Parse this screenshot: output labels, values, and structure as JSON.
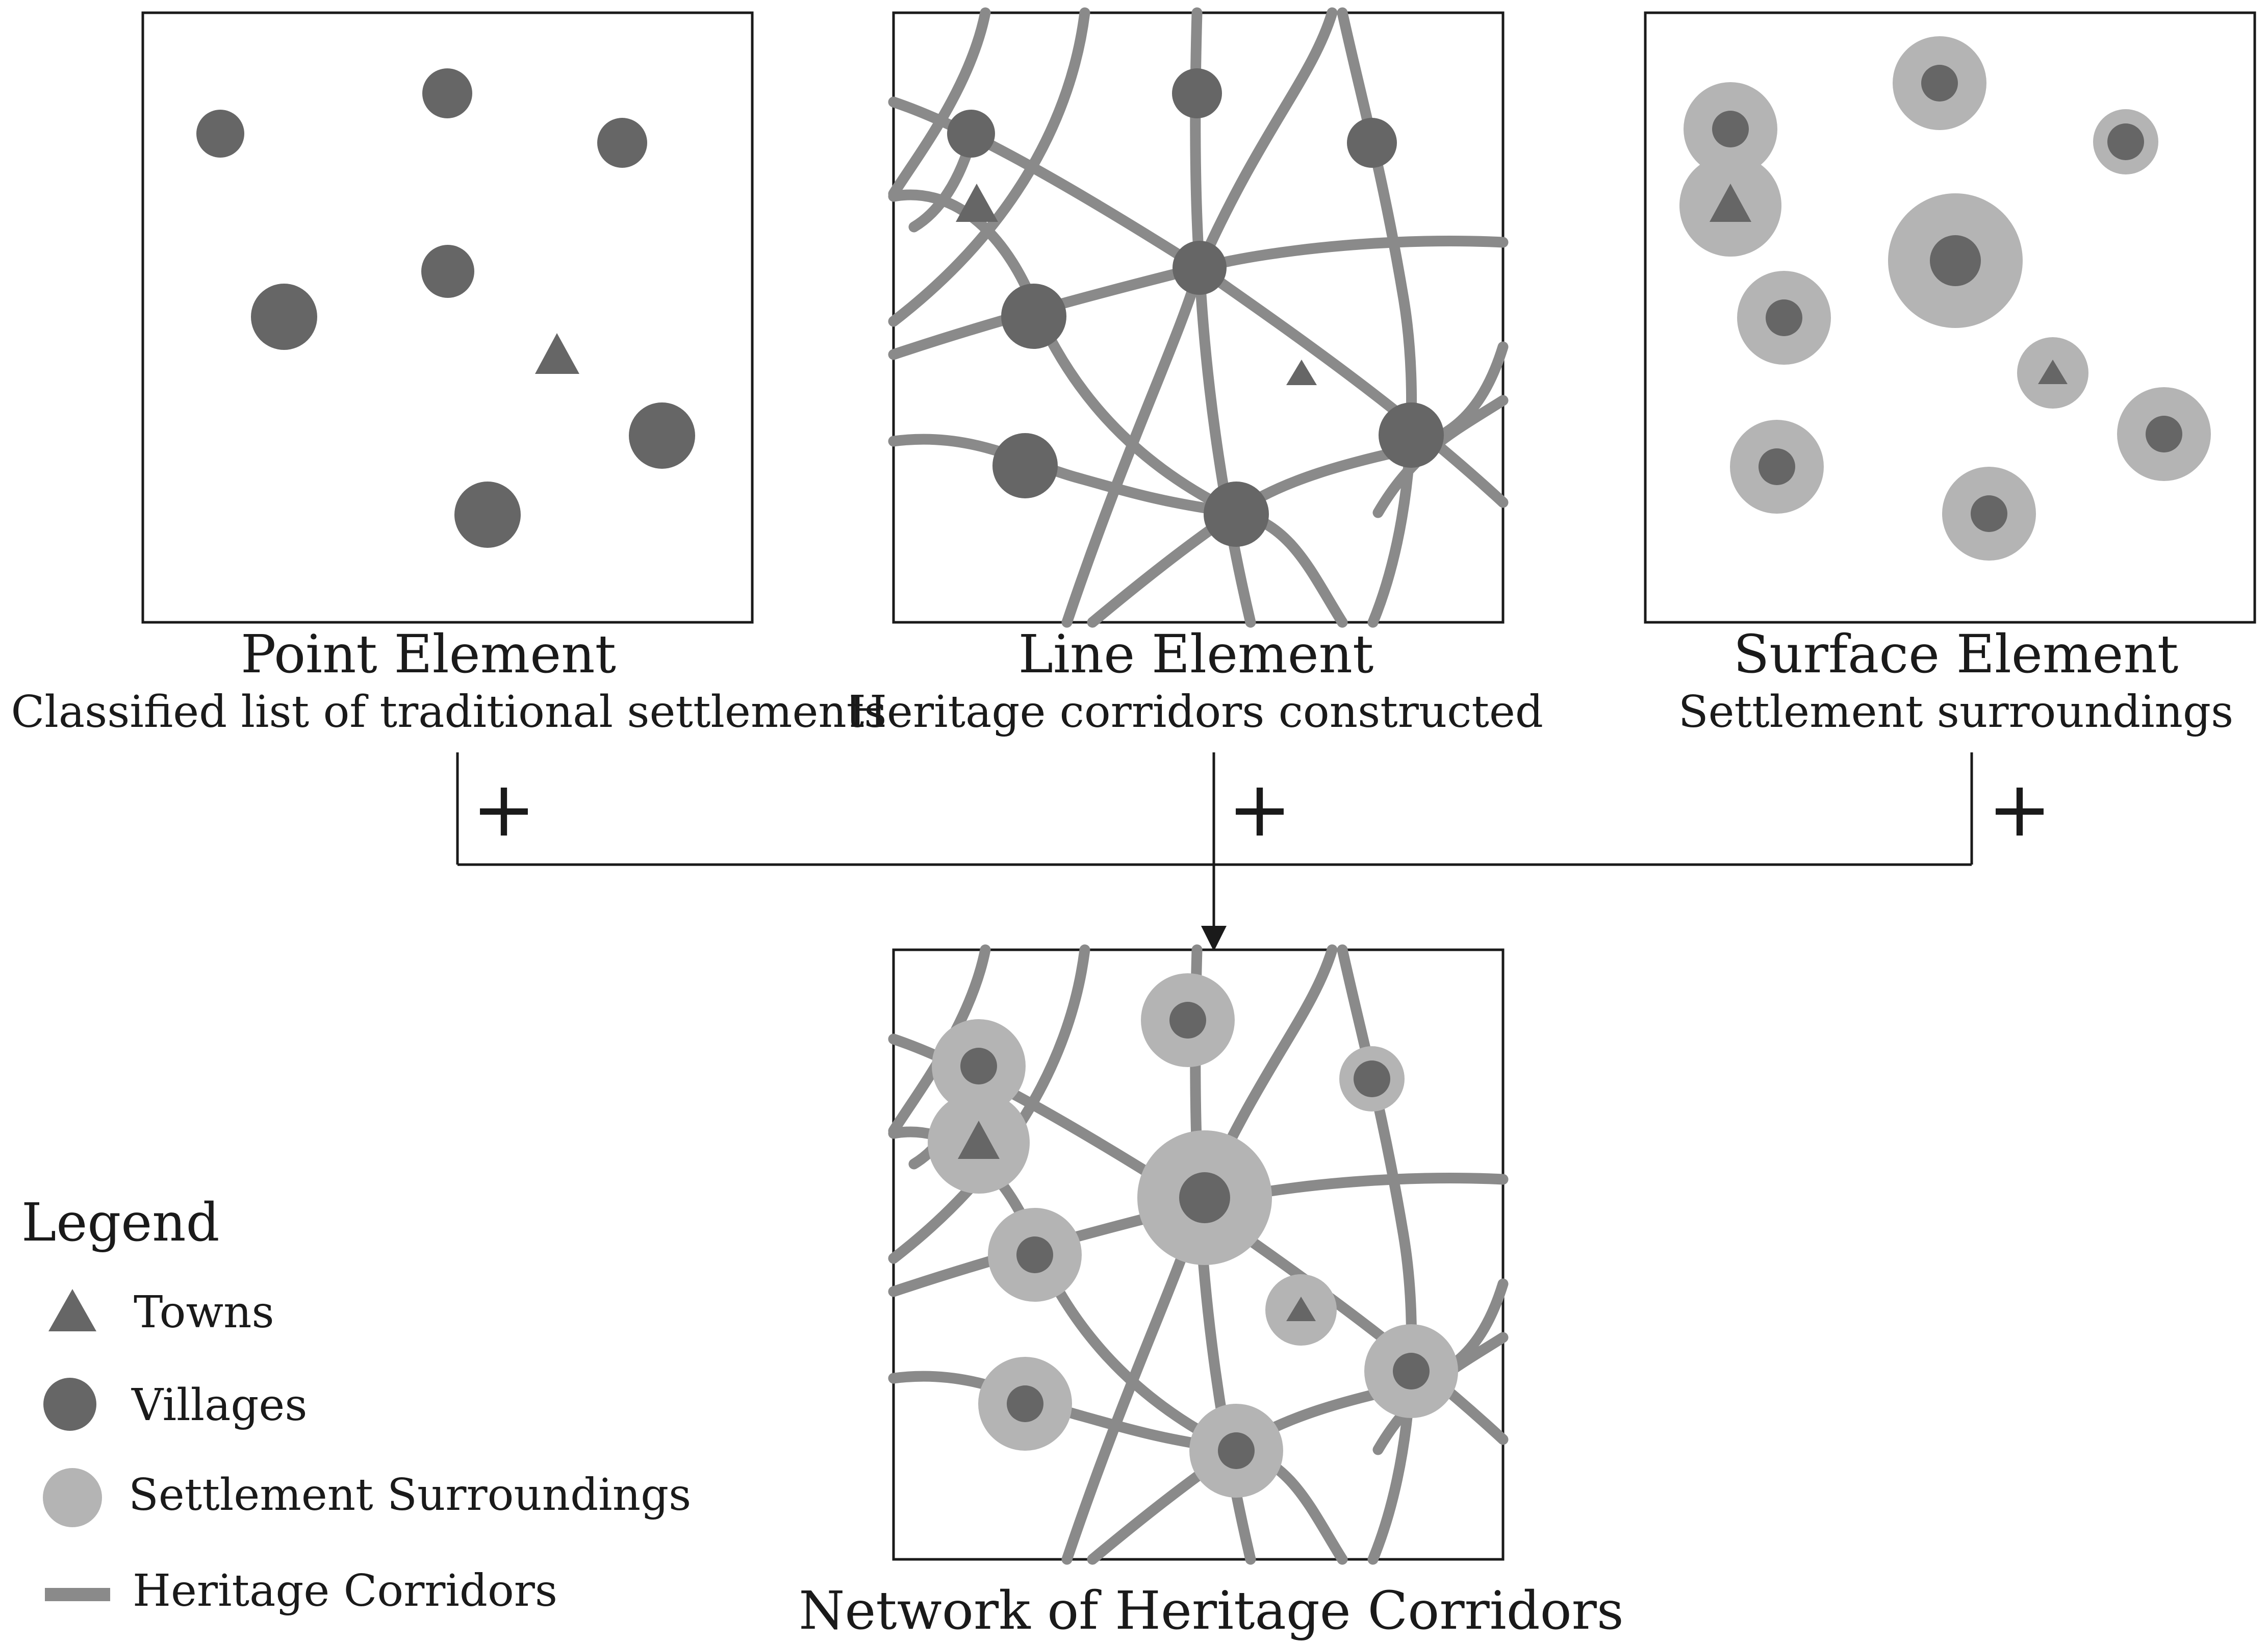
{
  "panels": {
    "point": {
      "title": "Point Element",
      "subtitle": "Classified list of traditional settlements"
    },
    "line": {
      "title": "Line Element",
      "subtitle": "Heritage corridors constructed"
    },
    "surface": {
      "title": "Surface Element",
      "subtitle": "Settlement surroundings"
    },
    "network": {
      "title": "Network of Heritage Corridors"
    }
  },
  "operator": "+",
  "legend": {
    "title": "Legend",
    "items": [
      {
        "label": "Towns",
        "icon": "triangle-icon"
      },
      {
        "label": "Villages",
        "icon": "dark-circle-icon"
      },
      {
        "label": "Settlement Surroundings",
        "icon": "light-circle-icon"
      },
      {
        "label": "Heritage Corridors",
        "icon": "gray-bar-icon"
      }
    ]
  },
  "colors": {
    "settlement": "#666666",
    "surrounding": "#b4b4b4",
    "corridor": "#8a8a8a",
    "frame": "#1a1a1a"
  }
}
